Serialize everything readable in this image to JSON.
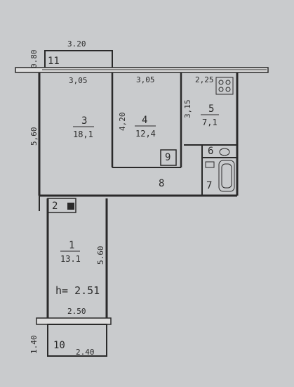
{
  "rooms": [
    {
      "number": "1",
      "area": "13.1"
    },
    {
      "number": "2",
      "area": ""
    },
    {
      "number": "3",
      "area": "18,1"
    },
    {
      "number": "4",
      "area": "12,4"
    },
    {
      "number": "5",
      "area": "7,1"
    },
    {
      "number": "6",
      "area": ""
    },
    {
      "number": "7",
      "area": ""
    },
    {
      "number": "8",
      "area": ""
    },
    {
      "number": "9",
      "area": ""
    },
    {
      "number": "10",
      "area": ""
    },
    {
      "number": "11",
      "area": ""
    }
  ],
  "dimensions": {
    "top_balcony_width": "3.20",
    "top_balcony_depth": "0.80",
    "room3_width": "3,05",
    "room4_width": "3,05",
    "room5_width": "2,25",
    "room3_height": "5,60",
    "room4_height": "4,20",
    "room5_height": "3,15",
    "room1_height": "5.60",
    "ceiling_height": "h= 2.51",
    "room1_width": "2.50",
    "bottom_balcony_depth": "1.40",
    "bottom_balcony_width": "2.40"
  }
}
